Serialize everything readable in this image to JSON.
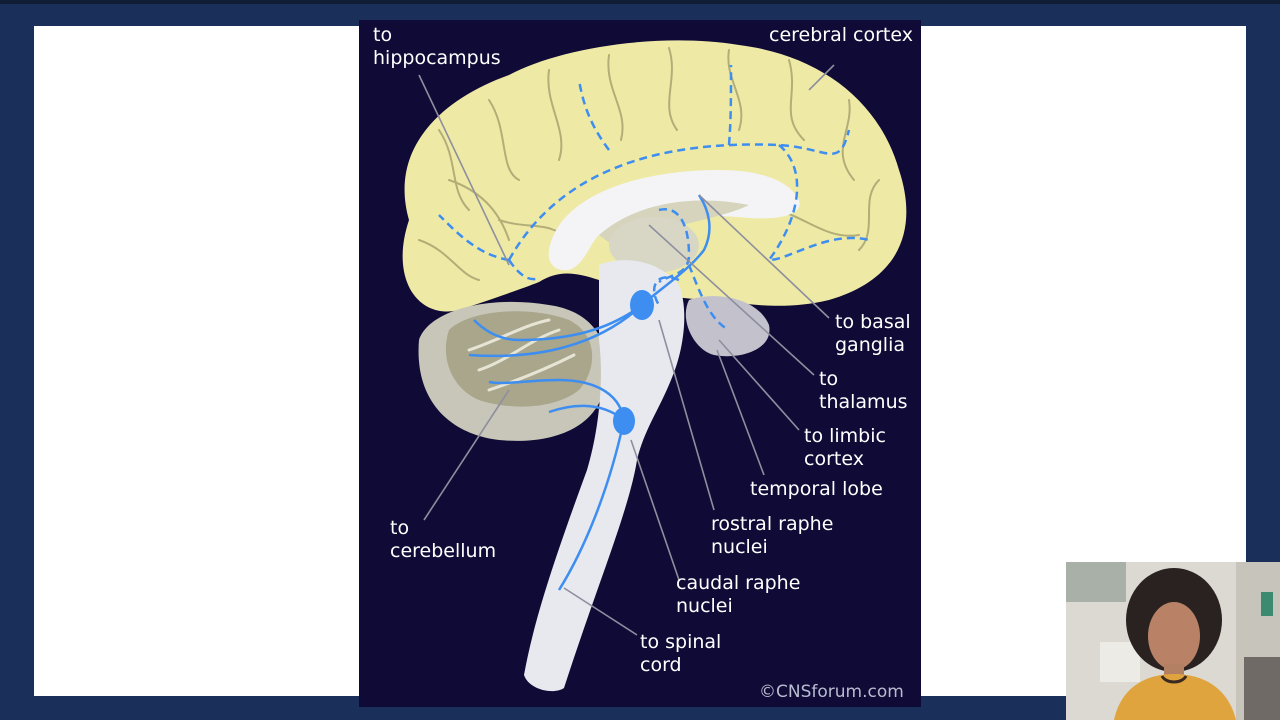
{
  "diagram": {
    "labels": {
      "to_hippocampus": [
        "to",
        "hippocampus"
      ],
      "cerebral_cortex": "cerebral cortex",
      "to_basal_ganglia": [
        "to basal",
        "ganglia"
      ],
      "to_thalamus": [
        "to",
        "thalamus"
      ],
      "to_limbic_cortex": [
        "to limbic",
        "cortex"
      ],
      "temporal_lobe": "temporal lobe",
      "rostral_raphe_nuclei": [
        "rostral raphe",
        "nuclei"
      ],
      "to_cerebellum": [
        "to",
        "cerebellum"
      ],
      "caudal_raphe_nuclei": [
        "caudal raphe",
        "nuclei"
      ],
      "to_spinal_cord": [
        "to spinal",
        "cord"
      ]
    },
    "copyright": "©CNSforum.com"
  },
  "colors": {
    "background": "#100a36",
    "cortex": "#eeeaa6",
    "cerebellum": "#c8c6b8",
    "brainstem": "#e8e9ee",
    "pathway": "#3d8ef0",
    "leader_line": "#8e8f9e"
  }
}
